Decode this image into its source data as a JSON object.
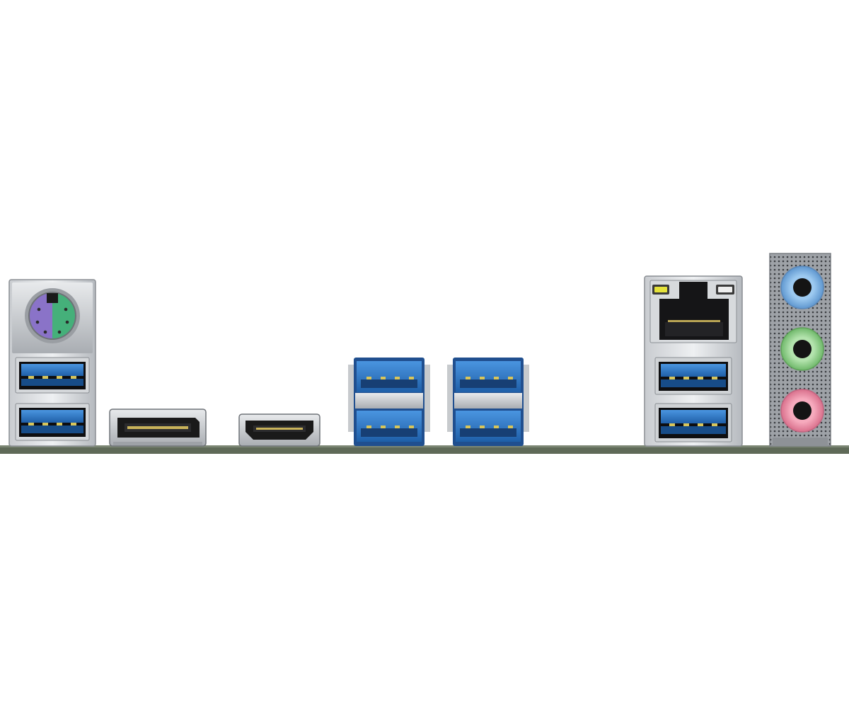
{
  "scene": {
    "background": "#ffffff",
    "pcb_color": "#5f6a58"
  },
  "colors": {
    "usb_blue": "#2f7fd0",
    "usb_blue_dark": "#1c4f8e",
    "metal_light": "#e6e8ea",
    "metal_mid": "#b9bdc2",
    "metal_dark": "#7e8389",
    "connector_black": "#1a1a1a",
    "ps2_purple": "#8a73c8",
    "ps2_green": "#45b07a",
    "audio_blue": "#7fb6e6",
    "audio_green": "#93d48f",
    "audio_pink": "#ef8fa8",
    "led_yellow": "#e4e23a"
  },
  "ports": [
    {
      "name": "ps2-combo-port",
      "icon": "ps2-icon"
    },
    {
      "name": "usb-3-port",
      "count": 2
    },
    {
      "name": "displayport-port"
    },
    {
      "name": "hdmi-port"
    },
    {
      "name": "usb-3-stack-a",
      "count": 2
    },
    {
      "name": "usb-3-stack-b",
      "count": 2
    },
    {
      "name": "rj45-lan-port"
    },
    {
      "name": "usb-3-port-lan-stack",
      "count": 2
    },
    {
      "name": "audio-jacks",
      "colors": [
        "blue",
        "green",
        "pink"
      ]
    }
  ]
}
